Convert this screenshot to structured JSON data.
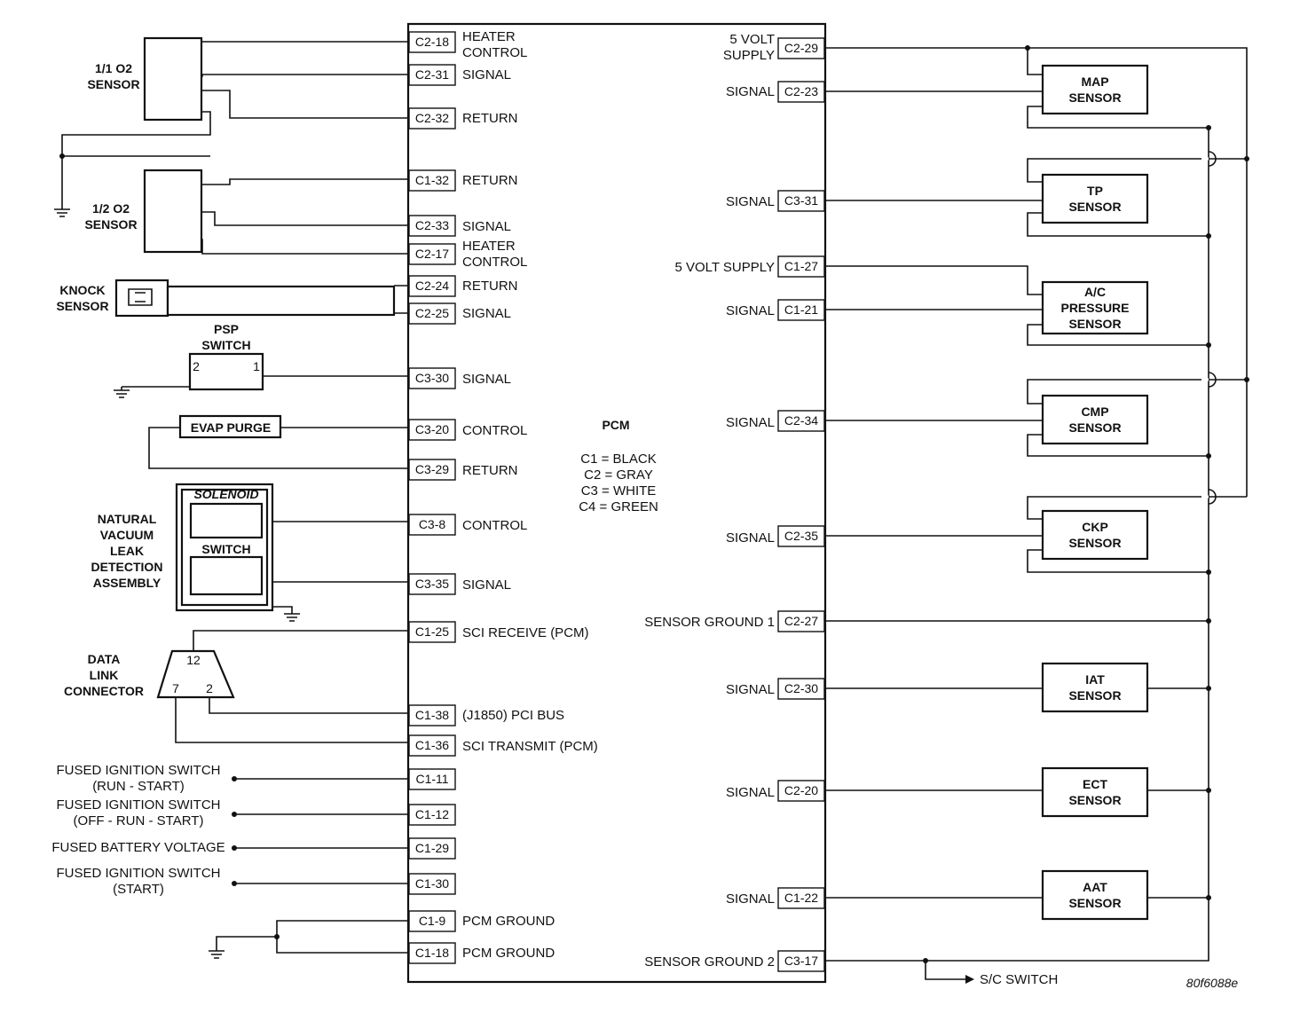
{
  "pcm": {
    "title": "PCM",
    "legend": [
      "C1 = BLACK",
      "C2 = GRAY",
      "C3 = WHITE",
      "C4 = GREEN"
    ]
  },
  "left_pins": [
    {
      "id": "C2-18",
      "label": [
        "HEATER",
        "CONTROL"
      ]
    },
    {
      "id": "C2-31",
      "label": [
        "SIGNAL"
      ]
    },
    {
      "id": "C2-32",
      "label": [
        "RETURN"
      ]
    },
    {
      "id": "C1-32",
      "label": [
        "RETURN"
      ]
    },
    {
      "id": "C2-33",
      "label": [
        "SIGNAL"
      ]
    },
    {
      "id": "C2-17",
      "label": [
        "HEATER",
        "CONTROL"
      ]
    },
    {
      "id": "C2-24",
      "label": [
        "RETURN"
      ]
    },
    {
      "id": "C2-25",
      "label": [
        "SIGNAL"
      ]
    },
    {
      "id": "C3-30",
      "label": [
        "SIGNAL"
      ]
    },
    {
      "id": "C3-20",
      "label": [
        "CONTROL"
      ]
    },
    {
      "id": "C3-29",
      "label": [
        "RETURN"
      ]
    },
    {
      "id": "C3-8",
      "label": [
        "CONTROL"
      ]
    },
    {
      "id": "C3-35",
      "label": [
        "SIGNAL"
      ]
    },
    {
      "id": "C1-25",
      "label": [
        "SCI RECEIVE (PCM)"
      ]
    },
    {
      "id": "C1-38",
      "label": [
        "(J1850) PCI BUS"
      ]
    },
    {
      "id": "C1-36",
      "label": [
        "SCI TRANSMIT (PCM)"
      ]
    },
    {
      "id": "C1-11",
      "label": []
    },
    {
      "id": "C1-12",
      "label": []
    },
    {
      "id": "C1-29",
      "label": []
    },
    {
      "id": "C1-30",
      "label": []
    },
    {
      "id": "C1-9",
      "label": [
        "PCM GROUND"
      ]
    },
    {
      "id": "C1-18",
      "label": [
        "PCM GROUND"
      ]
    }
  ],
  "right_pins": [
    {
      "id": "C2-29",
      "label": [
        "5 VOLT",
        "SUPPLY"
      ]
    },
    {
      "id": "C2-23",
      "label": [
        "SIGNAL"
      ]
    },
    {
      "id": "C3-31",
      "label": [
        "SIGNAL"
      ]
    },
    {
      "id": "C1-27",
      "label": [
        "5 VOLT SUPPLY"
      ]
    },
    {
      "id": "C1-21",
      "label": [
        "SIGNAL"
      ]
    },
    {
      "id": "C2-34",
      "label": [
        "SIGNAL"
      ]
    },
    {
      "id": "C2-35",
      "label": [
        "SIGNAL"
      ]
    },
    {
      "id": "C2-27",
      "label": [
        "SENSOR GROUND 1"
      ]
    },
    {
      "id": "C2-30",
      "label": [
        "SIGNAL"
      ]
    },
    {
      "id": "C2-20",
      "label": [
        "SIGNAL"
      ]
    },
    {
      "id": "C1-22",
      "label": [
        "SIGNAL"
      ]
    },
    {
      "id": "C3-17",
      "label": [
        "SENSOR GROUND 2"
      ]
    }
  ],
  "sensors": [
    {
      "name": [
        "MAP",
        "SENSOR"
      ]
    },
    {
      "name": [
        "TP",
        "SENSOR"
      ]
    },
    {
      "name": [
        "A/C",
        "PRESSURE",
        "SENSOR"
      ]
    },
    {
      "name": [
        "CMP",
        "SENSOR"
      ]
    },
    {
      "name": [
        "CKP",
        "SENSOR"
      ]
    },
    {
      "name": [
        "IAT",
        "SENSOR"
      ]
    },
    {
      "name": [
        "ECT",
        "SENSOR"
      ]
    },
    {
      "name": [
        "AAT",
        "SENSOR"
      ]
    }
  ],
  "components": {
    "o2_11": [
      "1/1 O2",
      "SENSOR"
    ],
    "o2_12": [
      "1/2 O2",
      "SENSOR"
    ],
    "knock": [
      "KNOCK",
      "SENSOR"
    ],
    "psp": [
      "PSP",
      "SWITCH"
    ],
    "psp_pins": [
      "2",
      "1"
    ],
    "evap": "EVAP PURGE",
    "nvld_solenoid": "SOLENOID",
    "nvld_switch": "SWITCH",
    "nvld": [
      "NATURAL",
      "VACUUM",
      "LEAK",
      "DETECTION",
      "ASSEMBLY"
    ],
    "dlc": [
      "DATA",
      "LINK",
      "CONNECTOR"
    ],
    "dlc_pins": [
      "12",
      "7",
      "2"
    ],
    "fused_1": [
      "FUSED IGNITION SWITCH",
      "(RUN - START)"
    ],
    "fused_2": [
      "FUSED IGNITION SWITCH",
      "(OFF - RUN - START)"
    ],
    "fused_3": [
      "FUSED BATTERY VOLTAGE"
    ],
    "fused_4": [
      "FUSED IGNITION SWITCH",
      "(START)"
    ]
  },
  "sc_switch": "S/C SWITCH",
  "figure_id": "80f6088e",
  "icons": [
    "ground-icon",
    "switch-icon",
    "resistor-icon",
    "arrow-icon"
  ]
}
